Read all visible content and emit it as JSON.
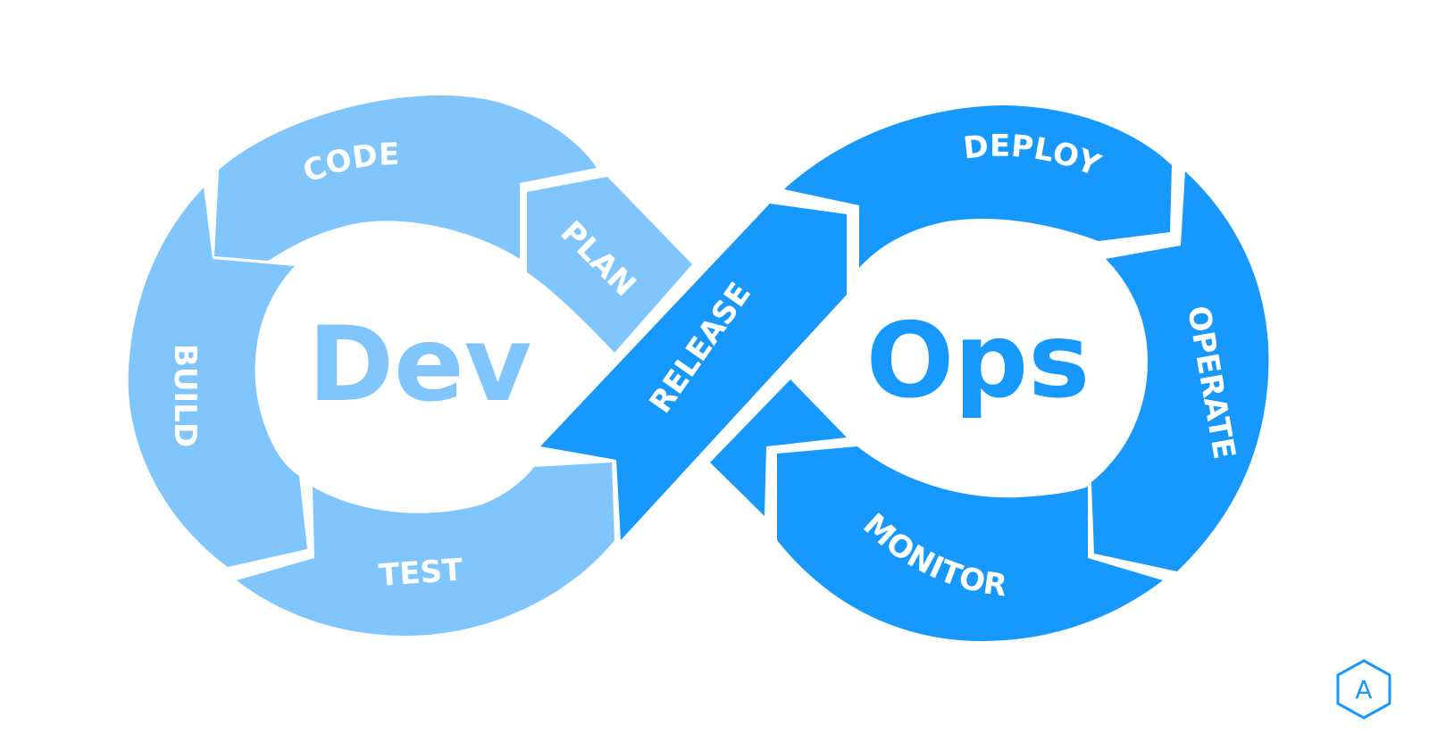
{
  "diagram": {
    "left_word": "Dev",
    "right_word": "Ops",
    "stages": {
      "code": "CODE",
      "plan": "PLAN",
      "build": "BUILD",
      "test": "TEST",
      "release": "RELEASE",
      "deploy": "DEPLOY",
      "operate": "OPERATE",
      "monitor": "MONITOR"
    }
  },
  "logo": {
    "letter": "A"
  },
  "colors": {
    "dev": "#80c6fd",
    "ops": "#1698fd",
    "background": "#ffffff"
  }
}
